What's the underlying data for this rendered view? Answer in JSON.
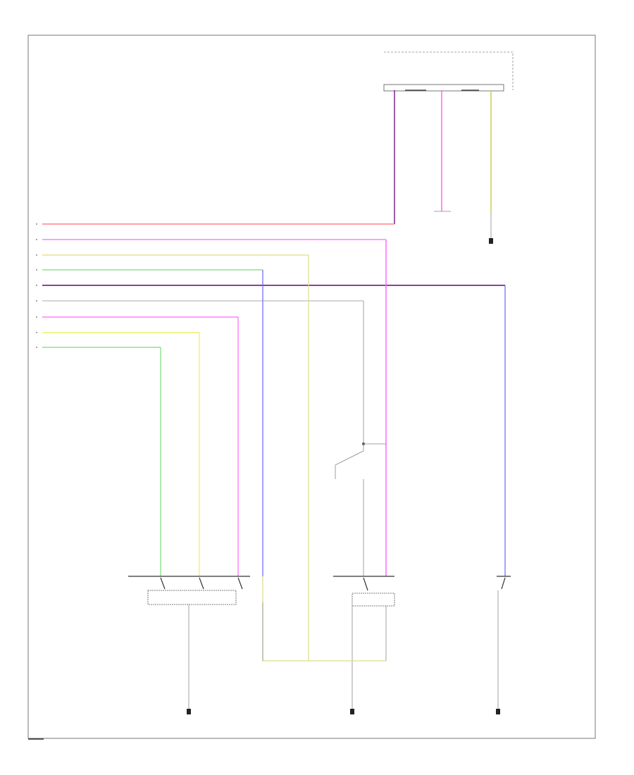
{
  "diagram": {
    "colors": {
      "red": "#ff6b6b",
      "pink": "#ff66ff",
      "purple": "#7a2a8a",
      "blue": "#6666ff",
      "green": "#77dd77",
      "yellow": "#eeee55",
      "lime": "#aadd55",
      "tan": "#dddd88",
      "gray": "#bbbbbb"
    },
    "wires": [
      {
        "name": "wire-red",
        "color": "red"
      },
      {
        "name": "wire-pink-1",
        "color": "pink"
      },
      {
        "name": "wire-tan",
        "color": "tan"
      },
      {
        "name": "wire-green-1",
        "color": "green"
      },
      {
        "name": "wire-purple",
        "color": "purple"
      },
      {
        "name": "wire-gray",
        "color": "gray"
      },
      {
        "name": "wire-pink-2",
        "color": "pink"
      },
      {
        "name": "wire-yellow",
        "color": "yellow"
      },
      {
        "name": "wire-green-2",
        "color": "green"
      }
    ],
    "icons": [
      "ground-icon",
      "switch-icon",
      "splice-icon",
      "connector-icon"
    ]
  }
}
